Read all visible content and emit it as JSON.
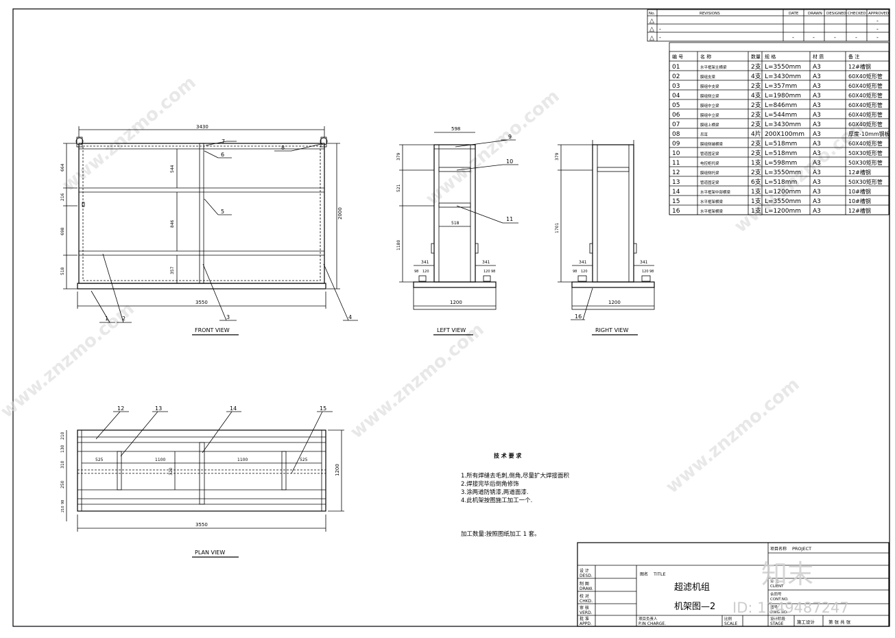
{
  "revisions": {
    "headers": [
      "No.",
      "REVISIONS",
      "DATE",
      "DRAWN",
      "DESIGNED",
      "CHECKED",
      "APPROVED"
    ],
    "rows": [
      [
        "△",
        "",
        "",
        "",
        "",
        "",
        "-"
      ],
      [
        "△",
        "-",
        "",
        "",
        "",
        "",
        "-"
      ],
      [
        "△",
        "-",
        "-",
        "-",
        "-",
        "-",
        "-"
      ]
    ]
  },
  "bom": {
    "headers": [
      "编 号",
      "名 称",
      "数量",
      "规 格",
      "材 质",
      "备 注"
    ],
    "rows": [
      [
        "01",
        "水平框架主横梁",
        "2支",
        "L=3550mm",
        "A3",
        "12#槽钢"
      ],
      [
        "02",
        "膜组支梁",
        "4支",
        "L=3430mm",
        "A3",
        "60X40矩形管"
      ],
      [
        "03",
        "膜组中支梁",
        "2支",
        "L=357mm",
        "A3",
        "60X40矩形管"
      ],
      [
        "04",
        "膜组侧立梁",
        "4支",
        "L=1980mm",
        "A3",
        "60X40矩形管"
      ],
      [
        "05",
        "膜组中立梁",
        "2支",
        "L=846mm",
        "A3",
        "60X40矩形管"
      ],
      [
        "06",
        "膜组中立梁",
        "2支",
        "L=544mm",
        "A3",
        "60X40矩形管"
      ],
      [
        "07",
        "膜组上横梁",
        "2支",
        "L=3430mm",
        "A3",
        "60X40矩形管"
      ],
      [
        "08",
        "吊耳",
        "4片",
        "200X100mm",
        "A3",
        "厚度-10mm钢板"
      ],
      [
        "09",
        "膜组侧端横梁",
        "2支",
        "L=518mm",
        "A3",
        "60X40矩形管"
      ],
      [
        "10",
        "管道固定梁",
        "2支",
        "L=518mm",
        "A3",
        "50X30矩形管"
      ],
      [
        "11",
        "电控柜托梁",
        "1支",
        "L=598mm",
        "A3",
        "50X30矩形管"
      ],
      [
        "12",
        "膜组侧托梁",
        "2支",
        "L=3550mm",
        "A3",
        "12#槽钢"
      ],
      [
        "13",
        "管道固定梁",
        "6支",
        "L=518mm",
        "A3",
        "50X30矩形管"
      ],
      [
        "14",
        "水平框架中部横梁",
        "1支",
        "L=1200mm",
        "A3",
        "10#槽钢"
      ],
      [
        "15",
        "水平框架横梁",
        "1支",
        "L=3550mm",
        "A3",
        "10#槽钢"
      ],
      [
        "16",
        "水平框架横梁",
        "1支",
        "L=1200mm",
        "A3",
        "12#槽钢"
      ]
    ]
  },
  "views": {
    "front": "FRONT VIEW",
    "left": "LEFT VIEW",
    "right": "RIGHT VIEW",
    "plan": "PLAN VIEW"
  },
  "dims": {
    "front_top": "3430",
    "front_bottom": "3550",
    "front_height": "2000",
    "front_left": [
      "664",
      "216",
      "698",
      "518"
    ],
    "front_mid": [
      "544",
      "846",
      "357"
    ],
    "left_top": "598",
    "left_bottom": "1200",
    "left_heights": [
      "379",
      "521",
      "1180"
    ],
    "left_inner": "518",
    "left_sub": [
      "341",
      "341",
      "98",
      "120",
      "120",
      "98"
    ],
    "right_top": "379",
    "right_height": "1701",
    "right_bottom": "1200",
    "right_sub": [
      "341",
      "341",
      "98",
      "120",
      "120",
      "98"
    ],
    "plan_bottom": "3550",
    "plan_height": "1200",
    "plan_left": [
      "210",
      "130",
      "310",
      "250",
      "98",
      "210"
    ],
    "plan_spans": [
      "525",
      "1100",
      "1100",
      "525"
    ],
    "plan_mid": "320"
  },
  "callouts": [
    "1",
    "2",
    "3",
    "4",
    "5",
    "6",
    "7",
    "8",
    "9",
    "10",
    "11",
    "12",
    "13",
    "14",
    "15",
    "16"
  ],
  "tech": {
    "title": "技 术 要 求",
    "items": [
      "1.所有焊缝去毛刺,倒角,尽量扩大焊接面积",
      "2.焊接完毕后倒角修饰",
      "3.涂两道防锈漆,两道面漆.",
      "4.此机架按图施工加工一个."
    ],
    "qty": "加工数量:按照图纸加工  1  套。"
  },
  "titleblock": {
    "project_label": "项目名称",
    "project_en": "PROJECT",
    "title_label": "图名",
    "title_en": "TITLE",
    "title_line1": "超滤机组",
    "title_line2": "机架图—2",
    "rows": [
      "设 计",
      "DESD.",
      "制 图",
      "DRAW.",
      "校 对",
      "CHKD.",
      "审 核",
      "VERD.",
      "批 准",
      "APPD."
    ],
    "pin_cn": "项目负责人",
    "pin_en": "P.IN  CHARGE.",
    "scale_cn": "比例",
    "scale_en": "SCALE",
    "client_cn": "业 主",
    "client_en": "CLIENT",
    "cont_cn": "合同号",
    "cont_en": "CONT.NO.",
    "dwg_cn": "图号",
    "dwg_en": "DWG.NO.",
    "stage_cn": "设计阶段",
    "stage_en": "STAGE",
    "stage_val": "施工设计",
    "sheet": "第    张    共    张"
  },
  "watermark": {
    "site": "www.znzmo.com",
    "brand": "知末",
    "id": "ID: 1149487247"
  }
}
